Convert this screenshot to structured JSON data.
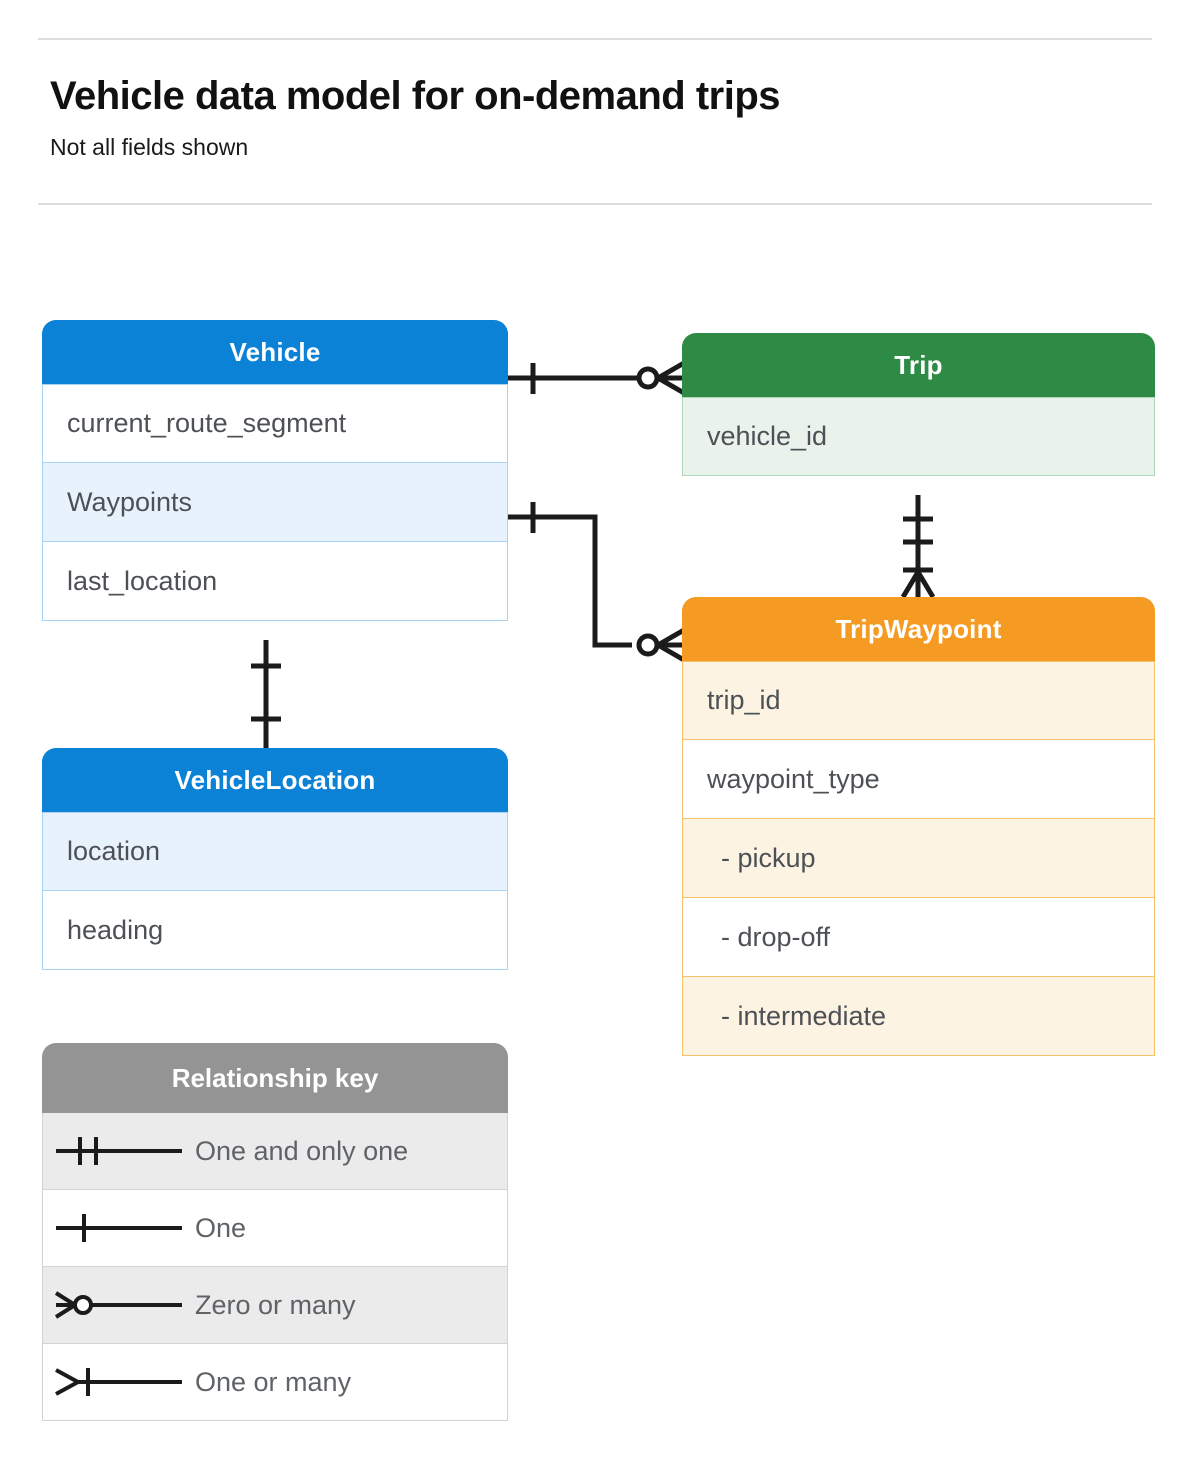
{
  "header": {
    "title": "Vehicle data model for on-demand trips",
    "subtitle": "Not all fields shown"
  },
  "colors": {
    "vehicle_blue": "#0b82d5",
    "trip_green": "#2e8b46",
    "waypoint_orange": "#f59a23",
    "legend_gray": "#949494",
    "row_text": "#4d5156",
    "rule": "#dadce0"
  },
  "entities": [
    {
      "id": "vehicle",
      "name": "Vehicle",
      "theme": "blue",
      "fields": [
        {
          "label": "current_route_segment",
          "highlight": false
        },
        {
          "label": "Waypoints",
          "highlight": true
        },
        {
          "label": "last_location",
          "highlight": false
        }
      ]
    },
    {
      "id": "trip",
      "name": "Trip",
      "theme": "green",
      "fields": [
        {
          "label": "vehicle_id",
          "highlight": true
        }
      ]
    },
    {
      "id": "tripwaypoint",
      "name": "TripWaypoint",
      "theme": "orange",
      "fields": [
        {
          "label": "trip_id",
          "highlight": true
        },
        {
          "label": "waypoint_type",
          "highlight": false
        },
        {
          "label": "-  pickup",
          "highlight": true,
          "indent": true
        },
        {
          "label": "-  drop-off",
          "highlight": false,
          "indent": true
        },
        {
          "label": "-  intermediate",
          "highlight": true,
          "indent": true
        }
      ]
    },
    {
      "id": "vehiclelocation",
      "name": "VehicleLocation",
      "theme": "blue",
      "fields": [
        {
          "label": "location",
          "highlight": true
        },
        {
          "label": "heading",
          "highlight": false
        }
      ]
    }
  ],
  "legend": {
    "title": "Relationship key",
    "rows": [
      {
        "symbol": "one-and-only-one",
        "label": "One and only one",
        "highlight": true
      },
      {
        "symbol": "one",
        "label": "One",
        "highlight": false
      },
      {
        "symbol": "zero-or-many",
        "label": "Zero or many",
        "highlight": true
      },
      {
        "symbol": "one-or-many",
        "label": "One or many",
        "highlight": false
      }
    ]
  },
  "relationships": [
    {
      "from": "Vehicle",
      "from_cardinality": "One",
      "to": "Trip",
      "to_cardinality": "Zero or many"
    },
    {
      "from": "Vehicle.Waypoints",
      "from_cardinality": "One",
      "to": "TripWaypoint",
      "to_cardinality": "Zero or many"
    },
    {
      "from": "Trip",
      "from_cardinality": "One and only one",
      "to": "TripWaypoint",
      "to_cardinality": "One or many"
    },
    {
      "from": "Vehicle",
      "from_cardinality": "One",
      "to": "VehicleLocation",
      "to_cardinality": "One"
    }
  ]
}
